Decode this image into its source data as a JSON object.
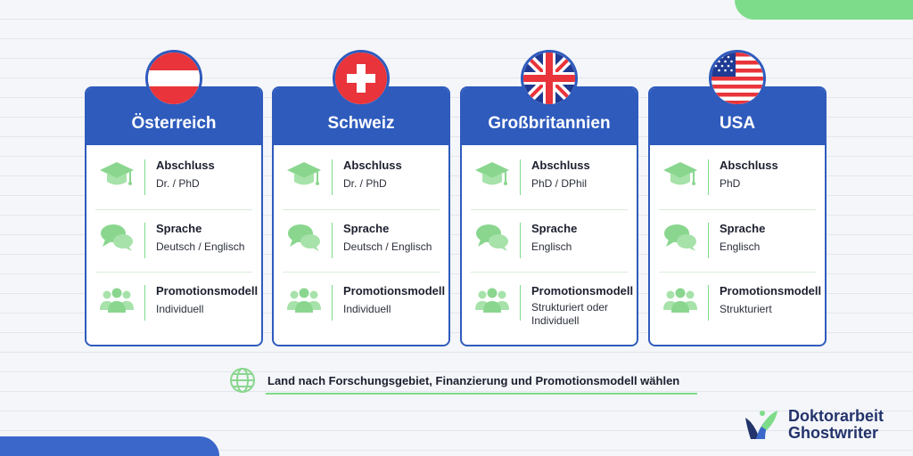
{
  "countries": [
    {
      "name": "Österreich",
      "flag": "austria-flag-icon",
      "rows": [
        {
          "label": "Abschluss",
          "value": "Dr. / PhD"
        },
        {
          "label": "Sprache",
          "value": "Deutsch / Englisch"
        },
        {
          "label": "Promotionsmodell",
          "value": "Individuell"
        }
      ]
    },
    {
      "name": "Schweiz",
      "flag": "switzerland-flag-icon",
      "rows": [
        {
          "label": "Abschluss",
          "value": "Dr. / PhD"
        },
        {
          "label": "Sprache",
          "value": "Deutsch / Englisch"
        },
        {
          "label": "Promotionsmodell",
          "value": "Individuell"
        }
      ]
    },
    {
      "name": "Großbritannien",
      "flag": "uk-flag-icon",
      "rows": [
        {
          "label": "Abschluss",
          "value": "PhD / DPhil"
        },
        {
          "label": "Sprache",
          "value": "Englisch"
        },
        {
          "label": "Promotionsmodell",
          "value": "Strukturiert oder Individuell"
        }
      ]
    },
    {
      "name": "USA",
      "flag": "usa-flag-icon",
      "rows": [
        {
          "label": "Abschluss",
          "value": "PhD"
        },
        {
          "label": "Sprache",
          "value": "Englisch"
        },
        {
          "label": "Promotionsmodell",
          "value": "Strukturiert"
        }
      ]
    }
  ],
  "row_icons": [
    "graduation-cap-icon",
    "speech-bubbles-icon",
    "people-group-icon"
  ],
  "footer": {
    "text": "Land nach Forschungsgebiet, Finanzierung und Promotionsmodell wählen",
    "icon": "globe-icon"
  },
  "logo": {
    "line1": "Doktorarbeit",
    "line2": "Ghostwriter"
  },
  "colors": {
    "primary_blue": "#2f5bbd",
    "accent_green": "#7ddc8a",
    "icon_green": "#8ad68f",
    "background": "#f4f6f9"
  }
}
